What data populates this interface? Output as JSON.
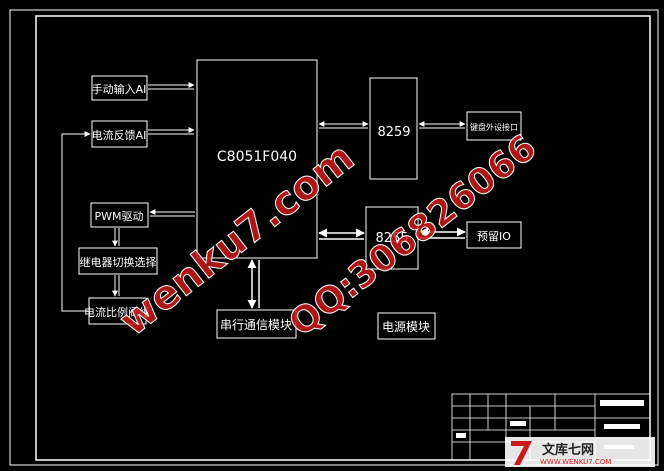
{
  "blocks": {
    "manual_input": "手动输入AI",
    "current_feedback": "电流反馈AI",
    "pwm": "PWM驱动",
    "relay_switch": "继电器切换选择",
    "current_valve": "电流比例阀组",
    "mcu": "C8051F040",
    "chip_8259": "8259",
    "chip_8255": "8255",
    "keypad": "键盘外设接口",
    "reserved_io": "预留IO",
    "serial": "串行通信模块",
    "power": "电源模块"
  },
  "watermark": {
    "site": "wenku7.com",
    "qq": "QQ:306826066"
  },
  "logo": {
    "text": "文库七网",
    "url": "WWW.WENKU7.COM"
  },
  "colors": {
    "background": "#000000",
    "line": "#ffffff",
    "watermark": "#cc1a1a"
  }
}
